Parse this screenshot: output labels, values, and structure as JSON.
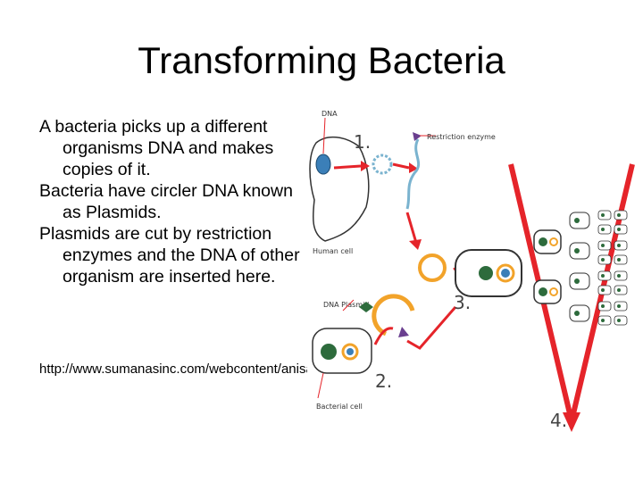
{
  "slide": {
    "title": "Transforming Bacteria",
    "bullets": [
      "A bacteria picks up a different organisms DNA and makes copies of it.",
      "Bacteria have circler DNA known as Plasmids.",
      "Plasmids are cut by restriction enzymes and the DNA of other organism are inserted here."
    ],
    "source_url": "http://www.sumanasinc.com/webcontent/anisamples/molecularbiology/plasmidcloning_fla.html"
  },
  "diagram": {
    "labels": {
      "dna": "DNA",
      "restriction_enzyme": "Restriction enzyme",
      "human_cell": "Human cell",
      "dna_plasmid": "DNA   Plasmid",
      "bacterial_cell": "Bacterial cell"
    },
    "step_numbers": [
      "1.",
      "2.",
      "3.",
      "4."
    ],
    "colors": {
      "arrow": "#e5242a",
      "plasmid": "#f2a32a",
      "dna_green": "#2d6b3c",
      "enzyme": "#7ab3cf",
      "cell_blue": "#3b7fb8"
    }
  }
}
